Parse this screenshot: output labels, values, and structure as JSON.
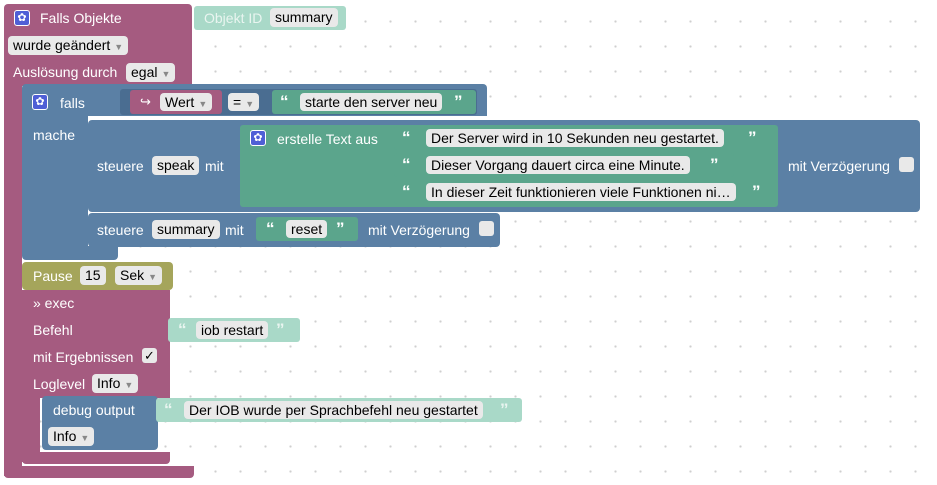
{
  "trigger": {
    "title": "Falls Objekte",
    "object_label": "Objekt ID",
    "object_value": "summary",
    "change_option": "wurde geändert",
    "ack_label": "Auslösung durch",
    "ack_option": "egal"
  },
  "if_block": {
    "label": "falls",
    "do_label": "mache",
    "compare_left": "Wert",
    "operator": "=",
    "compare_text": "starte den server neu"
  },
  "control_speak": {
    "label_prefix": "steuere",
    "object": "speak",
    "label_suffix": "mit",
    "delay_label": "mit Verzögerung"
  },
  "create_text": {
    "label": "erstelle Text aus",
    "items": [
      "Der Server wird in 10 Sekunden neu gestartet.",
      "Dieser Vorgang dauert circa eine Minute.",
      "In dieser Zeit funktionieren viele Funktionen ni…"
    ]
  },
  "control_summary": {
    "label_prefix": "steuere",
    "object": "summary",
    "label_suffix": "mit",
    "value": "reset",
    "delay_label": "mit Verzögerung"
  },
  "pause": {
    "label": "Pause",
    "value": "15",
    "unit": "Sek"
  },
  "exec": {
    "title": "» exec",
    "command_label": "Befehl",
    "command": "iob restart",
    "results_label": "mit Ergebnissen",
    "results_checked": "✓",
    "loglevel_label": "Loglevel",
    "loglevel": "Info"
  },
  "debug": {
    "label": "debug output",
    "text": "Der IOB wurde per Sprachbefehl neu gestartet",
    "level": "Info"
  },
  "colors": {
    "trigger_block": "#a55b80",
    "logic_block": "#5b80a5",
    "text_block": "#5ba58c",
    "pause_block": "#a5a55b"
  },
  "icons": [
    "gear-icon",
    "return-arrow-icon",
    "chevron-down-icon",
    "open-quote-icon",
    "close-quote-icon",
    "checkbox-icon"
  ]
}
